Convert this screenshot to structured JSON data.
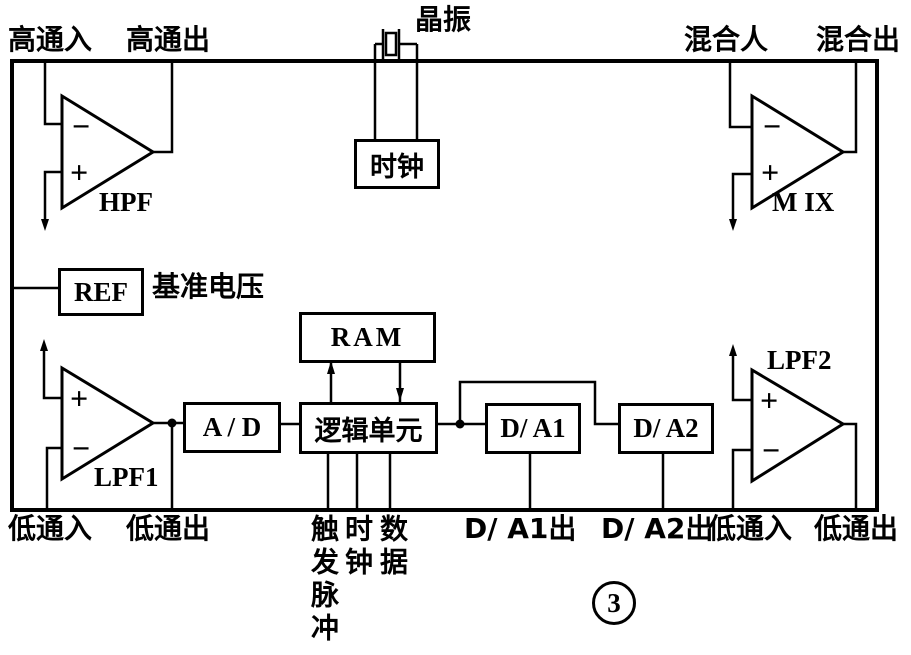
{
  "colors": {
    "ink": "#000000",
    "paper": "#ffffff"
  },
  "top_labels": {
    "hp_in": "高通入",
    "hp_out": "高通出",
    "crystal": "晶振",
    "mix_in": "混合人",
    "mix_out": "混合出"
  },
  "opamps": {
    "hpf": {
      "name": "HPF",
      "minus": "−",
      "plus": "+"
    },
    "mix": {
      "name": "M IX",
      "minus": "−",
      "plus": "+"
    },
    "lpf1": {
      "name": "LPF1",
      "plus": "+",
      "minus": "−"
    },
    "lpf2": {
      "name": "LPF2",
      "plus": "+",
      "minus": "−"
    }
  },
  "blocks": {
    "ref": "REF",
    "ref_caption": "基准电压",
    "clock": "时钟",
    "ram": "RAM",
    "adc": "A / D",
    "logic": "逻辑单元",
    "dac1": "D/ A1",
    "dac2": "D/ A2"
  },
  "bottom_labels": {
    "lp_in_left": "低通入",
    "lp_out_left": "低通出",
    "trigger_pulse": "触发脉冲",
    "clock_vertical": "时钟",
    "data_vertical": "数据",
    "dac1_out": "D/ A1出",
    "dac2_out": "D/ A2出",
    "lp_in_right": "低通入",
    "lp_out_right": "低通出"
  },
  "figure": {
    "number": "3"
  }
}
